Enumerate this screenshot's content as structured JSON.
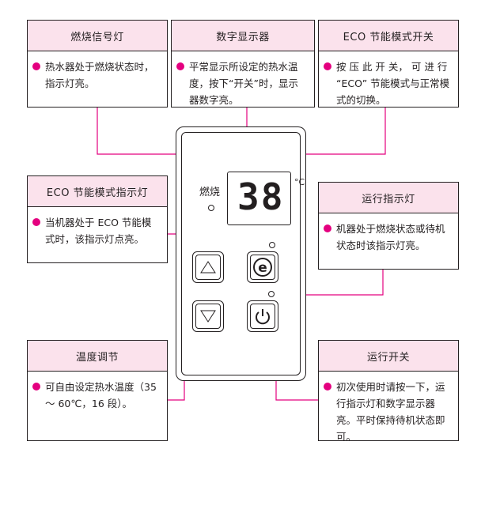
{
  "callouts": {
    "burn": {
      "title": "燃烧信号灯",
      "text": "热水器处于燃烧状态时，指示灯亮。"
    },
    "display": {
      "title": "数字显示器",
      "text": "平常显示所设定的热水温度，按下“开关”时，显示器数字亮。"
    },
    "eco_switch": {
      "title": "ECO 节能模式开关",
      "text": "按 压 此 开 关， 可 进 行 “ECO” 节能模式与正常模式的切换。"
    },
    "eco_indicator": {
      "title": "ECO 节能模式指示灯",
      "text": "当机器处于 ECO 节能模式时，该指示灯点亮。"
    },
    "run_indicator": {
      "title": "运行指示灯",
      "text": "机器处于燃烧状态或待机状态时该指示灯亮。"
    },
    "temp": {
      "title": "温度调节",
      "text": "可自由设定热水温度（35 ～ 60℃，16 段）。"
    },
    "power": {
      "title": "运行开关",
      "text": "初次使用时请按一下，运行指示灯和数字显示器亮。平时保持待机状态即可。"
    }
  },
  "device": {
    "burn_label": "燃烧",
    "temperature": "38",
    "unit": "°C",
    "eco_button_glyph": "e",
    "up_glyph": "△",
    "down_glyph": "▽"
  },
  "colors": {
    "accent": "#e4007f",
    "header_bg": "#fbe2ec",
    "outline": "#231f20"
  },
  "icons": [
    "triangle-up-icon",
    "triangle-down-icon",
    "eco-icon",
    "power-icon"
  ]
}
